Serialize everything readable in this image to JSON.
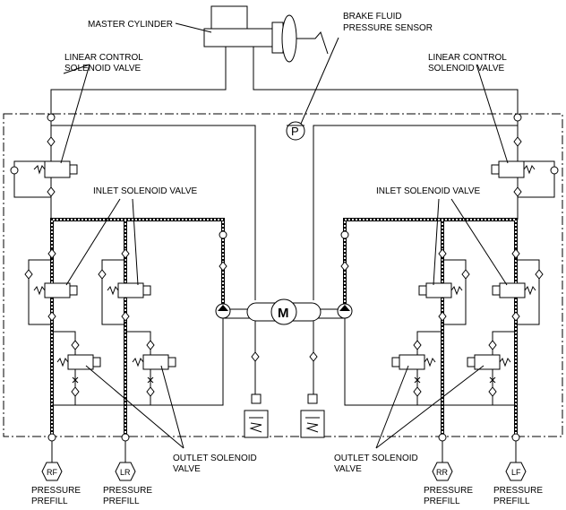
{
  "labels": {
    "master_cylinder": "MASTER CYLINDER",
    "brake_fluid_sensor_line1": "BRAKE FLUID",
    "brake_fluid_sensor_line2": "PRESSURE SENSOR",
    "linear_left_line1": "LINEAR CONTROL",
    "linear_left_line2": "SOLENOID VALVE",
    "linear_right_line1": "LINEAR CONTROL",
    "linear_right_line2": "SOLENOID VALVE",
    "inlet_left": "INLET SOLENOID VALVE",
    "inlet_right": "INLET SOLENOID VALVE",
    "outlet_left_line1": "OUTLET SOLENOID",
    "outlet_left_line2": "VALVE",
    "outlet_right_line1": "OUTLET SOLENOID",
    "outlet_right_line2": "VALVE",
    "pressure_sensor_symbol": "P",
    "motor_symbol": "M"
  },
  "ports": [
    {
      "id": "rf",
      "name": "RF",
      "line1": "PRESSURE",
      "line2": "PREFILL"
    },
    {
      "id": "lr",
      "name": "LR",
      "line1": "PRESSURE",
      "line2": "PREFILL"
    },
    {
      "id": "rr",
      "name": "RR",
      "line1": "PRESSURE",
      "line2": "PREFILL"
    },
    {
      "id": "lf",
      "name": "LF",
      "line1": "PRESSURE",
      "line2": "PREFILL"
    }
  ]
}
